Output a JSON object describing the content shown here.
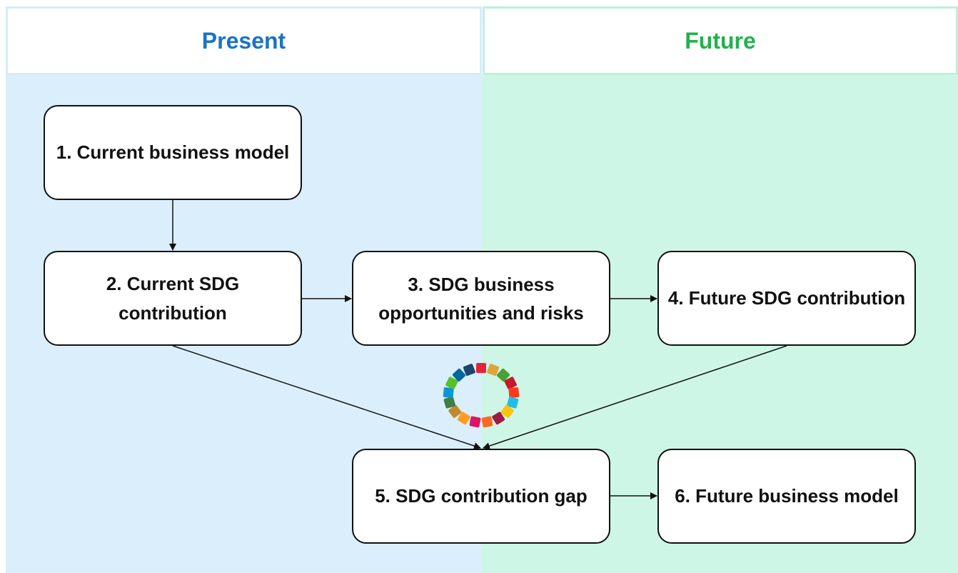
{
  "headers": {
    "present": "Present",
    "future": "Future"
  },
  "steps": {
    "step1": "1. Current business model",
    "step2": "2. Current SDG contribution",
    "step3": "3. SDG business opportunities and risks",
    "step4": "4. Future SDG contribution",
    "step5": "5. SDG contribution gap",
    "step6": "6. Future business model"
  },
  "colors": {
    "present_heading": "#1a73c8",
    "future_heading": "#22b14c",
    "present_background": "#daeffb",
    "future_background": "#cef6e6"
  },
  "icons": {
    "center": "sdg-wheel-icon"
  }
}
